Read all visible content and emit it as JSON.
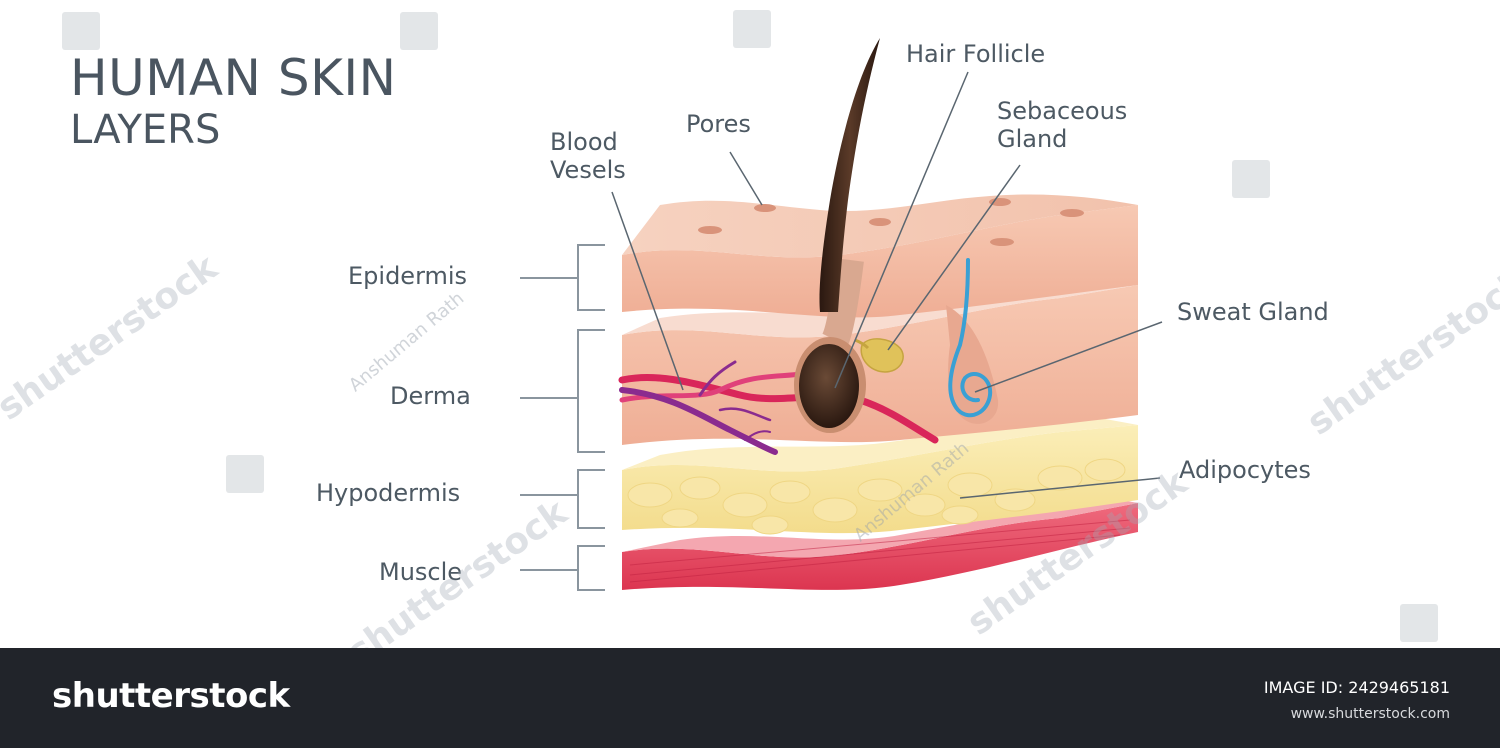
{
  "title": {
    "line1": "HUMAN SKIN",
    "line2": "LAYERS"
  },
  "layers": {
    "epidermis": "Epidermis",
    "derma": "Derma",
    "hypodermis": "Hypodermis",
    "muscle": "Muscle"
  },
  "structures": {
    "blood_vessels_1": "Blood",
    "blood_vessels_2": "Vesels",
    "pores": "Pores",
    "hair_follicle": "Hair Follicle",
    "sebaceous_1": "Sebaceous",
    "sebaceous_2": "Gland",
    "sweat_gland": "Sweat Gland",
    "adipocytes": "Adipocytes"
  },
  "watermark": {
    "brand": "shutterstock",
    "author": "Anshuman Rath"
  },
  "footer": {
    "brand": "shutterstock",
    "image_id": "IMAGE ID: 2429465181",
    "site": "www.shutterstock.com"
  },
  "colors": {
    "skin": "#f4c0a8",
    "skin_top": "#f6cdb8",
    "hypodermis": "#f7e3a0",
    "muscle": "#e8455d",
    "hair": "#3a2418",
    "vessel_red": "#d9265a",
    "vessel_purple": "#8a2b8f",
    "sweat_blue": "#3aa0d4",
    "sebaceous": "#e0c25a",
    "text": "#4d5963",
    "footer_bg": "#21242a"
  }
}
